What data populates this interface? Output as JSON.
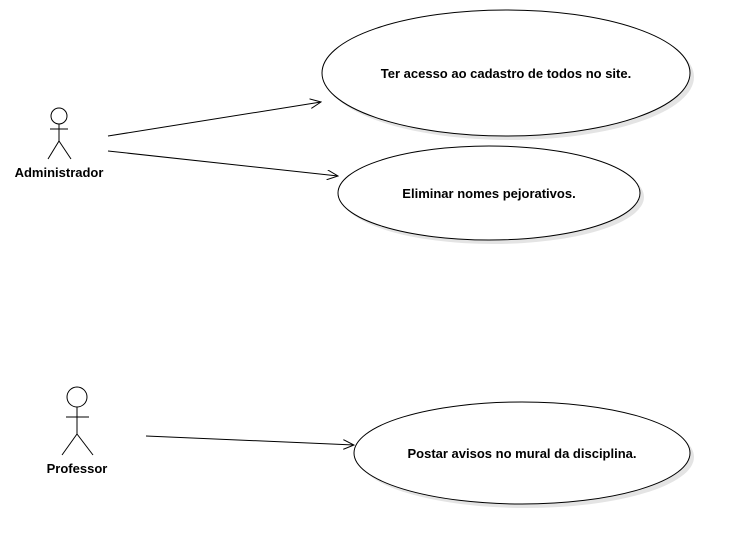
{
  "actors": [
    {
      "id": "administrador",
      "name": "Administrador"
    },
    {
      "id": "professor",
      "name": "Professor"
    }
  ],
  "use_cases": [
    {
      "id": "uc-cadastro",
      "label": "Ter acesso ao cadastro de todos no site."
    },
    {
      "id": "uc-eliminar",
      "label": "Eliminar nomes pejorativos."
    },
    {
      "id": "uc-avisos",
      "label": "Postar avisos no mural da disciplina."
    }
  ],
  "associations": [
    {
      "from": "administrador",
      "to": "uc-cadastro"
    },
    {
      "from": "administrador",
      "to": "uc-eliminar"
    },
    {
      "from": "professor",
      "to": "uc-avisos"
    }
  ]
}
